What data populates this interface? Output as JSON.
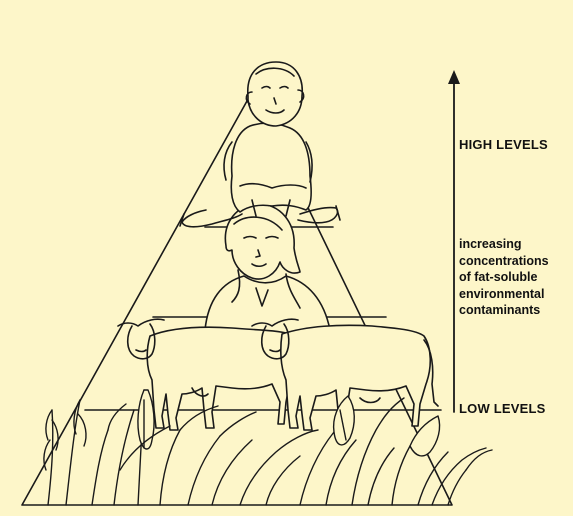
{
  "labels": {
    "high": "HIGH LEVELS",
    "low": "LOW LEVELS",
    "description_lines": [
      "increasing",
      "concentrations",
      "of fat-soluble",
      "environmental",
      "contaminants"
    ]
  },
  "icons": {
    "apex": "baby-icon",
    "tier_2": "woman-icon",
    "tier_3": "cow-icon",
    "base": "crops-icon",
    "arrow": "up-arrow-icon"
  },
  "colors": {
    "background": "#fdf6c9",
    "line": "#1a1a1a",
    "fill": "#fdf6c9"
  }
}
